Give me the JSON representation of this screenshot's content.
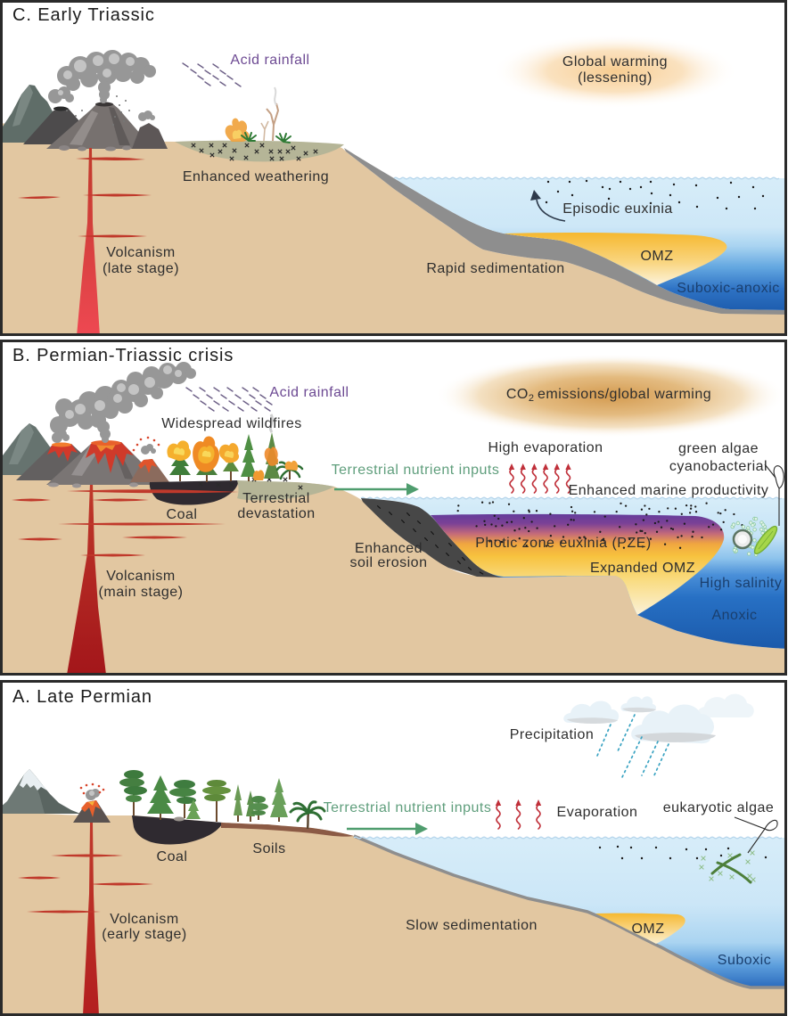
{
  "panels": {
    "panel_c": {
      "title": "C. Early Triassic",
      "labels": {
        "acid_rainfall": "Acid rainfall",
        "global_warming": "Global warming",
        "global_warming_note": "(lessening)",
        "enhanced_weathering": "Enhanced weathering",
        "volcanism": "Volcanism",
        "volcanism_stage": "(late stage)",
        "episodic_euxinia": "Episodic euxinia",
        "rapid_sedimentation": "Rapid sedimentation",
        "omz": "OMZ",
        "suboxic_anoxic": "Suboxic-anoxic"
      }
    },
    "panel_b": {
      "title": "B. Permian-Triassic crisis",
      "labels": {
        "acid_rainfall": "Acid rainfall",
        "widespread_wildfires": "Widespread wildfires",
        "co2_prefix": "CO",
        "co2_subscript": "2",
        "co2_suffix": "emissions/global warming",
        "high_evaporation": "High evaporation",
        "green_algae": "green algae",
        "cyanobacterial": "cyanobacterial",
        "terrestrial_nutrient_inputs": "Terrestrial nutrient inputs",
        "enhanced_marine_productivity": "Enhanced marine productivity",
        "coal": "Coal",
        "terrestrial": "Terrestrial",
        "devastation": "devastation",
        "enhanced": "Enhanced",
        "soil_erosion": "soil erosion",
        "photic_zone_euxinia": "Photic zone euxinia (PZE)",
        "expanded_omz": "Expanded OMZ",
        "high_salinity": "High salinity",
        "anoxic": "Anoxic",
        "volcanism": "Volcanism",
        "volcanism_stage": "(main stage)"
      },
      "graphics": {
        "evaporation_arrows": 6
      }
    },
    "panel_a": {
      "title": "A. Late Permian",
      "labels": {
        "precipitation": "Precipitation",
        "terrestrial_nutrient_inputs": "Terrestrial nutrient inputs",
        "evaporation": "Evaporation",
        "eukaryotic_algae": "eukaryotic algae",
        "coal": "Coal",
        "soils": "Soils",
        "volcanism": "Volcanism",
        "volcanism_stage": "(early stage)",
        "slow_sedimentation": "Slow sedimentation",
        "omz": "OMZ",
        "suboxic": "Suboxic"
      },
      "graphics": {
        "evaporation_arrows": 3
      }
    }
  },
  "colors": {
    "land": "#e2c7a1",
    "sediment": "#8e8e8e",
    "eroded_soil": "#474747",
    "coal": "#2f2a30",
    "soils": "#8b5a45",
    "weathered_ground": "#b5b597",
    "shallow_water": "#d7edf9",
    "deep_water": "#1b5aab",
    "omz": "#f6b932",
    "pze": "#633c9b",
    "magma": "#c0392b",
    "acid_rain": "#6d4a93",
    "nutrient_input": "#4f9d6e",
    "evaporation": "#c0303a",
    "frame": "#2a2a2a",
    "label_text": "#2e2e2e",
    "deep_water_label": "#1a3f6e",
    "nutrient_label": "#5f9e7c",
    "title_text": "#1c1c1c"
  }
}
